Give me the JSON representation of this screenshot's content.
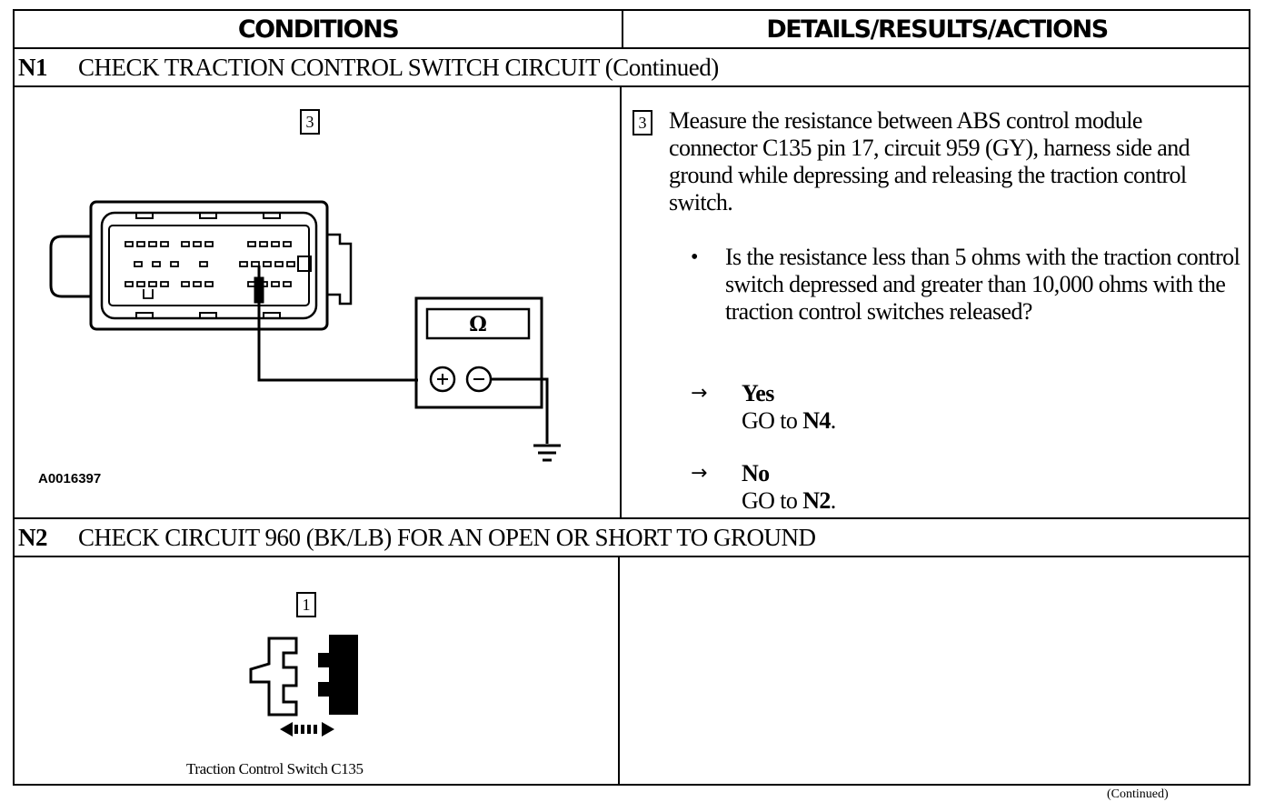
{
  "table": {
    "col_conditions": "CONDITIONS",
    "col_details": "DETAILS/RESULTS/ACTIONS"
  },
  "n1": {
    "code": "N1",
    "title": "CHECK TRACTION CONTROL SWITCH CIRCUIT (Continued)",
    "step_number": "3",
    "figure_id": "A0016397",
    "meter_symbol": "Ω",
    "instruction": "Measure the resistance between ABS control module connector C135 pin 17, circuit 959 (GY), harness side and ground while depressing and releasing the traction control switch.",
    "question": "Is the resistance less than 5 ohms with the traction control switch depressed and greater than 10,000 ohms with the traction control switches released?",
    "bullet": "•",
    "yes_label": "Yes",
    "yes_prefix": "GO to ",
    "yes_target": "N4",
    "no_label": "No",
    "no_prefix": "GO to ",
    "no_target": "N2",
    "arrow": "→"
  },
  "n2": {
    "code": "N2",
    "title": "CHECK CIRCUIT 960 (BK/LB) FOR AN OPEN OR SHORT TO GROUND",
    "step_number": "1",
    "caption": "Traction Control Switch C135"
  },
  "footer": "(Continued)"
}
